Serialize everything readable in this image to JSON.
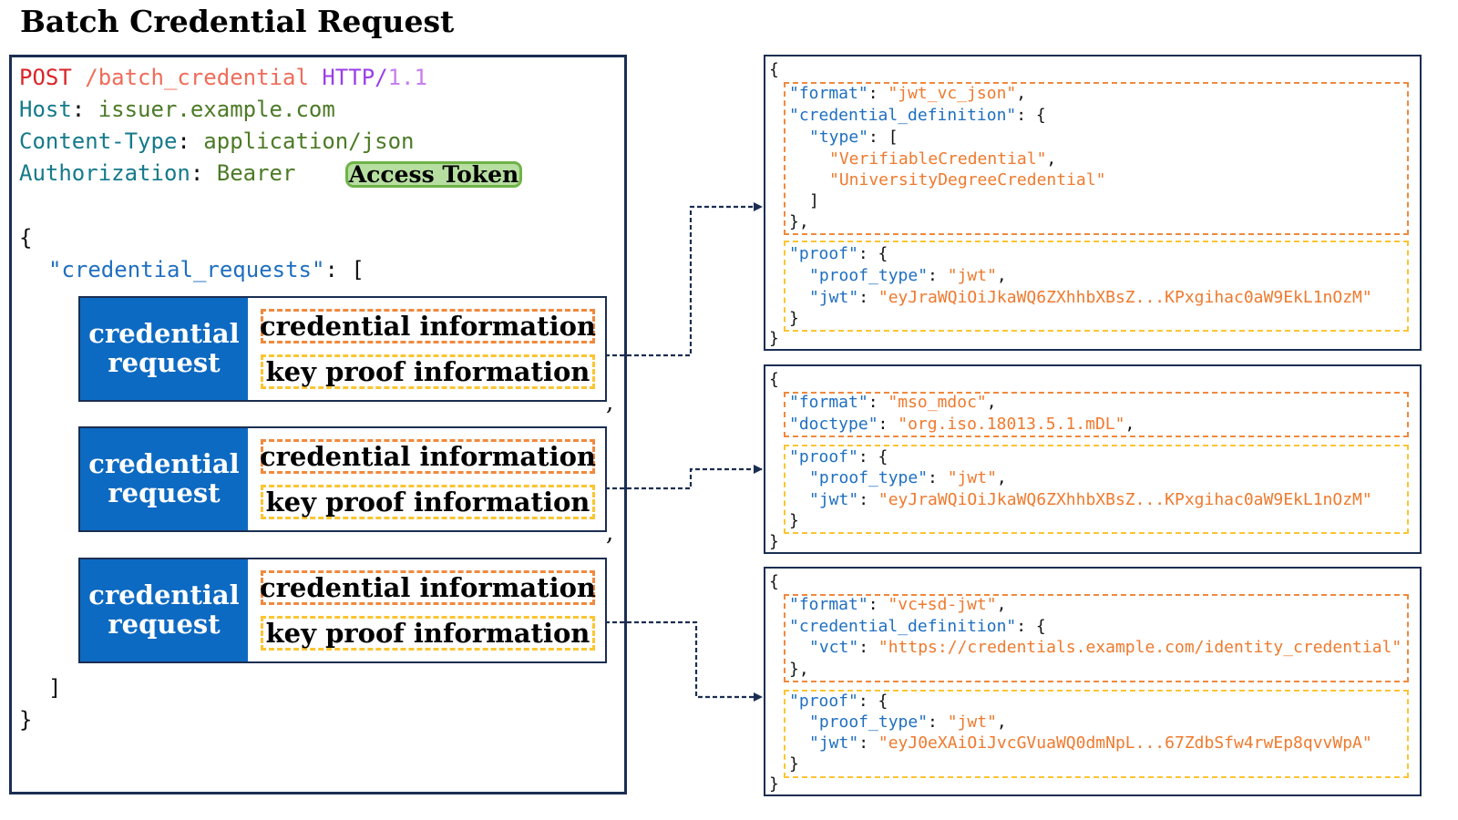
{
  "title": "Batch Credential Request",
  "http": {
    "method": "POST",
    "path": "/batch_credential",
    "protocol": "HTTP/",
    "version": "1.1",
    "host_key": "Host",
    "host_value": "issuer.example.com",
    "ctype_key": "Content-Type",
    "ctype_value": "application/json",
    "auth_key": "Authorization",
    "auth_value": "Bearer",
    "token_label": "Access Token"
  },
  "body": {
    "open_brace": "{",
    "requests_key": "\"credential_requests\"",
    "requests_punct": ": [",
    "close_bracket": "]",
    "close_brace": "}",
    "comma": ","
  },
  "credential_requests": [
    {
      "label": "credential request",
      "info": "credential information",
      "proof": "key proof information"
    },
    {
      "label": "credential request",
      "info": "credential information",
      "proof": "key proof information"
    },
    {
      "label": "credential request",
      "info": "credential information",
      "proof": "key proof information"
    }
  ],
  "examples": [
    {
      "format_key": "\"format\"",
      "format_value": "\"jwt_vc_json\"",
      "cd_key": "\"credential_definition\"",
      "type_key": "\"type\"",
      "type_values": [
        "\"VerifiableCredential\"",
        "\"UniversityDegreeCredential\""
      ],
      "proof_key": "\"proof\"",
      "proof_type_key": "\"proof_type\"",
      "proof_type_value": "\"jwt\"",
      "jwt_key": "\"jwt\"",
      "jwt_value": "\"eyJraWQiOiJkaWQ6ZXhhbXBsZ...KPxgihac0aW9EkL1nOzM\""
    },
    {
      "format_key": "\"format\"",
      "format_value": "\"mso_mdoc\"",
      "doctype_key": "\"doctype\"",
      "doctype_value": "\"org.iso.18013.5.1.mDL\"",
      "proof_key": "\"proof\"",
      "proof_type_key": "\"proof_type\"",
      "proof_type_value": "\"jwt\"",
      "jwt_key": "\"jwt\"",
      "jwt_value": "\"eyJraWQiOiJkaWQ6ZXhhbXBsZ...KPxgihac0aW9EkL1nOzM\""
    },
    {
      "format_key": "\"format\"",
      "format_value": "\"vc+sd-jwt\"",
      "cd_key": "\"credential_definition\"",
      "vct_key": "\"vct\"",
      "vct_value": "\"https://credentials.example.com/identity_credential\"",
      "proof_key": "\"proof\"",
      "proof_type_key": "\"proof_type\"",
      "proof_type_value": "\"jwt\"",
      "jwt_key": "\"jwt\"",
      "jwt_value": "\"eyJ0eXAiOiJvcGVuaWQ0dmNpL...67ZdbSfw4rwEp8qvvWpA\""
    }
  ],
  "colors": {
    "navy": "#1b2e52",
    "request_blue": "#0d6ac2",
    "info_orange": "#f0893e",
    "proof_yellow": "#fbc532",
    "token_green": "#b7dea1"
  }
}
